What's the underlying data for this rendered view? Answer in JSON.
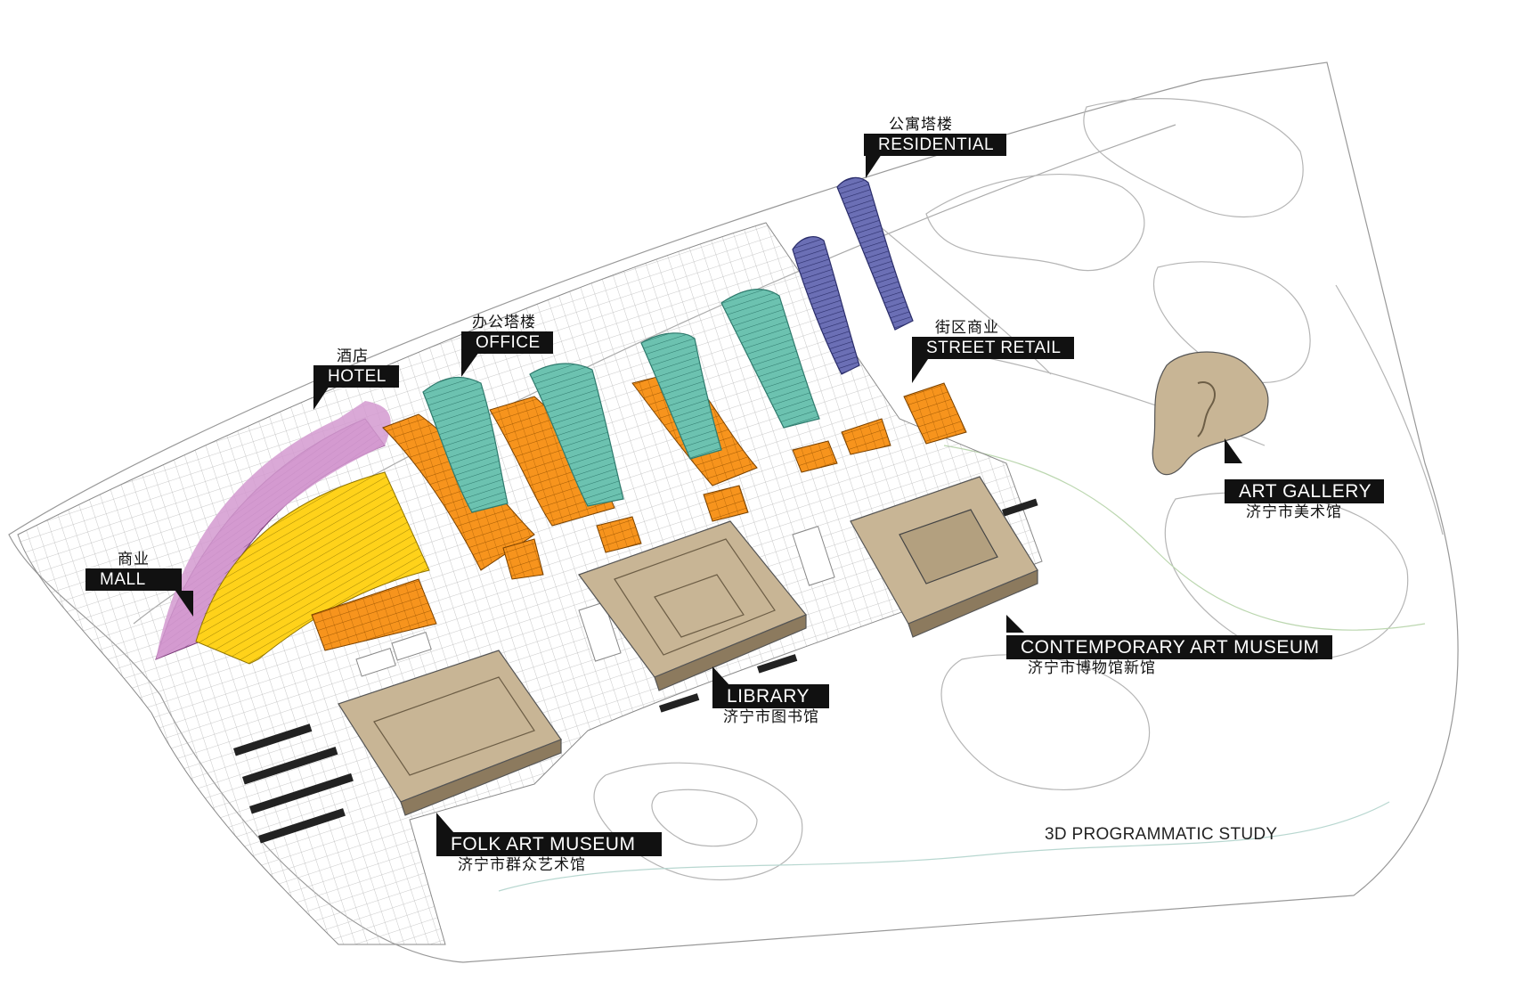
{
  "labels": {
    "residential": {
      "cn": "公寓塔楼",
      "en": "RESIDENTIAL"
    },
    "office": {
      "cn": "办公塔楼",
      "en": "OFFICE"
    },
    "hotel": {
      "cn": "酒店",
      "en": "HOTEL"
    },
    "street_retail": {
      "cn": "街区商业",
      "en": "STREET RETAIL"
    },
    "mall": {
      "cn": "商业",
      "en": "MALL"
    },
    "art_gallery": {
      "en": "ART GALLERY",
      "cn": "济宁市美术馆"
    },
    "contemporary_art_museum": {
      "en": "CONTEMPORARY ART MUSEUM",
      "cn": "济宁市博物馆新馆"
    },
    "library": {
      "en": "LIBRARY",
      "cn": "济宁市图书馆"
    },
    "folk_art_museum": {
      "en": "FOLK ART MUSEUM",
      "cn": "济宁市群众艺术馆"
    }
  },
  "study_title": "3D PROGRAMMATIC STUDY",
  "colors": {
    "hotel": "#d39ad0",
    "mall": "#ffd21a",
    "retail": "#f7941d",
    "office": "#6cc2b0",
    "residential": "#6b6fb5",
    "museum": "#c8b595",
    "label_bg": "#111111",
    "linework": "#9a9a9a"
  }
}
